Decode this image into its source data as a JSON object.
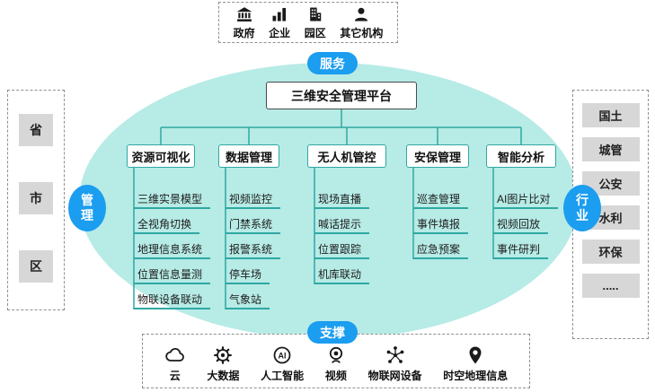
{
  "platform": {
    "title": "三维安全管理平台"
  },
  "pills": {
    "service": "服务",
    "management": "管理",
    "industry": "行业",
    "support": "支撑"
  },
  "top_group": {
    "items": [
      {
        "label": "政府",
        "icon": "government-building-icon"
      },
      {
        "label": "企业",
        "icon": "bar-chart-icon"
      },
      {
        "label": "园区",
        "icon": "campus-building-icon"
      },
      {
        "label": "其它机构",
        "icon": "person-icon"
      }
    ]
  },
  "branches": [
    {
      "label": "资源可视化",
      "items": [
        "三维实景模型",
        "全视角切换",
        "地理信息系统",
        "位置信息量测",
        "物联设备联动"
      ]
    },
    {
      "label": "数据管理",
      "items": [
        "视频监控",
        "门禁系统",
        "报警系统",
        "停车场",
        "气象站"
      ]
    },
    {
      "label": "无人机管控",
      "items": [
        "现场直播",
        "喊话提示",
        "位置跟踪",
        "机库联动"
      ]
    },
    {
      "label": "安保管理",
      "items": [
        "巡查管理",
        "事件填报",
        "应急预案"
      ]
    },
    {
      "label": "智能分析",
      "items": [
        "AI图片比对",
        "视频回放",
        "事件研判"
      ]
    }
  ],
  "left_group": {
    "items": [
      "省",
      "市",
      "区"
    ]
  },
  "right_group": {
    "items": [
      "国土",
      "城管",
      "公安",
      "水利",
      "环保",
      "....."
    ]
  },
  "bottom_group": {
    "items": [
      {
        "label": "云",
        "icon": "cloud-icon"
      },
      {
        "label": "大数据",
        "icon": "gear-data-icon"
      },
      {
        "label": "人工智能",
        "icon": "ai-circle-icon"
      },
      {
        "label": "视频",
        "icon": "webcam-icon"
      },
      {
        "label": "物联网设备",
        "icon": "iot-network-icon"
      },
      {
        "label": "时空地理信息",
        "icon": "location-pin-icon"
      }
    ]
  },
  "colors": {
    "accent_blue": "#1b9df0",
    "ellipse_fill": "#b7ebe6",
    "line_teal": "#2fa8a2",
    "gray_box": "#d7d7d7"
  }
}
